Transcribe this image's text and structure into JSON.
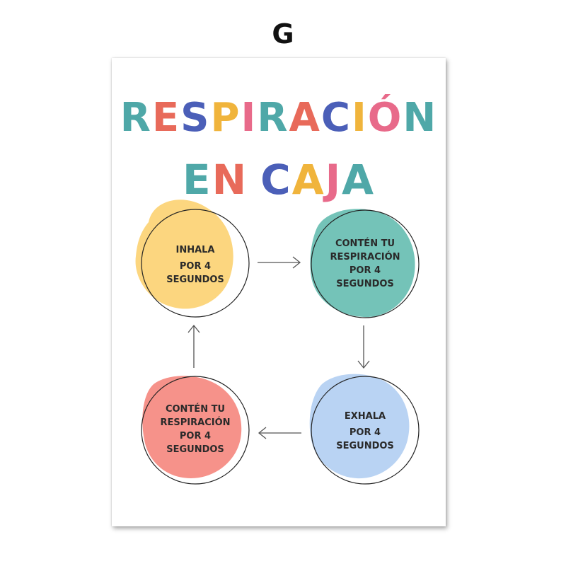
{
  "top_label": "G",
  "poster": {
    "title_line1": "RESPIRACIÓN",
    "title_line2": "EN CAJA",
    "title_colors": [
      "#4fa8a8",
      "#e86a5a",
      "#4b5fb8",
      "#f0b43c",
      "#e86a8a",
      "#4fa8a8",
      "#e86a5a",
      "#4b5fb8",
      "#f0b43c",
      "#e86a8a",
      "#4fa8a8"
    ],
    "nodes": [
      {
        "lines": [
          "INHALA",
          "POR 4",
          "SEGUNDOS"
        ],
        "color": "#fcd67f"
      },
      {
        "lines": [
          "CONTÉN TU",
          "RESPIRACIÓN",
          "POR 4",
          "SEGUNDOS"
        ],
        "color": "#74c3b8"
      },
      {
        "lines": [
          "EXHALA",
          "POR 4",
          "SEGUNDOS"
        ],
        "color": "#b9d3f3"
      },
      {
        "lines": [
          "CONTÉN TU",
          "RESPIRACIÓN",
          "POR 4",
          "SEGUNDOS"
        ],
        "color": "#f6928a"
      }
    ]
  }
}
